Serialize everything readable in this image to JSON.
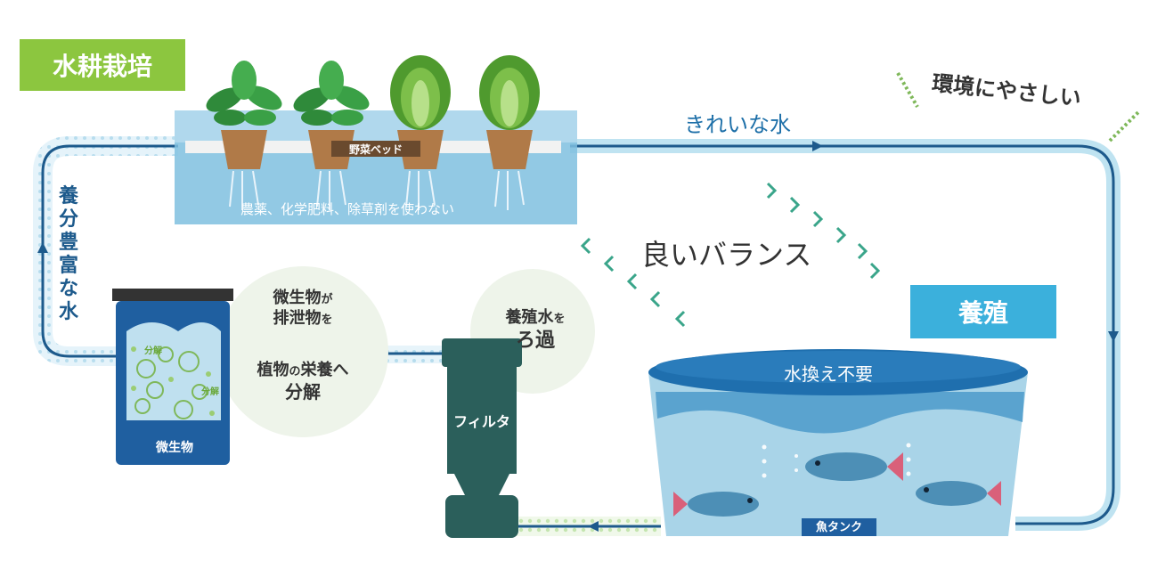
{
  "title_tag": "水耕栽培",
  "culture_tag": "養殖",
  "eco_label": "環境にやさしい",
  "clean_water": "きれいな水",
  "nutrient_rich": "養分豊富な水",
  "balance": "良いバランス",
  "vegetable_bed": {
    "label": "野菜ベッド",
    "note": "農薬、化学肥料、除草剤を使わない"
  },
  "microbe_bubble": {
    "line1": "微生物",
    "line1_small": "が",
    "line2": "排泄物",
    "line2_small": "を",
    "line3": "植物",
    "line3_small": "の",
    "line3b": "栄養へ",
    "line4": "分解"
  },
  "filter_bubble": {
    "line1": "養殖水",
    "line1_small": "を",
    "line2": "ろ過"
  },
  "microbes": {
    "label": "微生物",
    "tag": "分解"
  },
  "filter": {
    "label": "フィルタ"
  },
  "fish_tank": {
    "label": "魚タンク",
    "note": "水換え不要"
  },
  "colors": {
    "green": "#8cc63f",
    "blue_tag": "#3bb0dc",
    "pipe": "#1d5a8c",
    "pipe_light": "#bfe3f1",
    "filter": "#2b5f5b",
    "tank": "#1f6fae"
  }
}
